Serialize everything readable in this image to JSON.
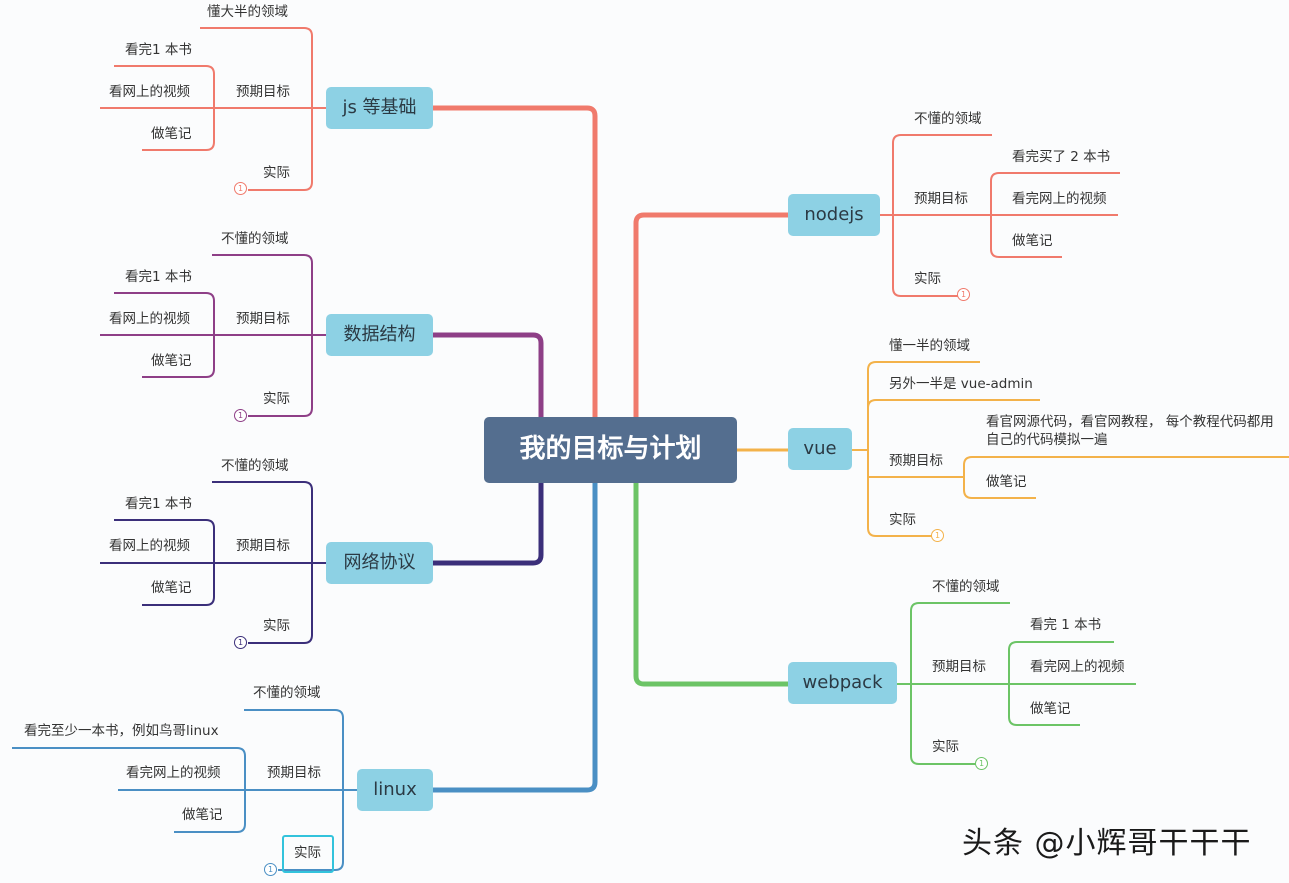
{
  "root": {
    "label": "我的目标与计划"
  },
  "branches": {
    "js": {
      "label": "js 等基础",
      "color": "#f07a6c",
      "leaf1": "懂大半的领域",
      "goal": "预期目标",
      "g1": "看完1 本书",
      "g2": "看网上的视频",
      "g3": "做笔记",
      "actual": "实际",
      "badge": "1"
    },
    "ds": {
      "label": "数据结构",
      "color": "#8e3f87",
      "leaf1": "不懂的领域",
      "goal": "预期目标",
      "g1": "看完1 本书",
      "g2": "看网上的视频",
      "g3": "做笔记",
      "actual": "实际",
      "badge": "1"
    },
    "net": {
      "label": "网络协议",
      "color": "#3b2f7a",
      "leaf1": "不懂的领域",
      "goal": "预期目标",
      "g1": "看完1 本书",
      "g2": "看网上的视频",
      "g3": "做笔记",
      "actual": "实际",
      "badge": "1"
    },
    "linux": {
      "label": "linux",
      "color": "#4a8fc4",
      "leaf1": "不懂的领域",
      "goal": "预期目标",
      "g1": "看完至少一本书，例如鸟哥linux",
      "g2": "看完网上的视频",
      "g3": "做笔记",
      "actual": "实际",
      "badge": "1"
    },
    "node": {
      "label": "nodejs",
      "color": "#f07a6c",
      "leaf1": "不懂的领域",
      "goal": "预期目标",
      "g1": "看完买了 2 本书",
      "g2": "看完网上的视频",
      "g3": "做笔记",
      "actual": "实际",
      "badge": "1"
    },
    "vue": {
      "label": "vue",
      "color": "#f3b24a",
      "leaf1": "懂一半的领域",
      "leaf2": "另外一半是 vue-admin",
      "goal": "预期目标",
      "g1": "看官网源代码，看官网教程， 每个教程代码都用自己的代码模拟一遍",
      "g2": "做笔记",
      "actual": "实际",
      "badge": "1"
    },
    "webpack": {
      "label": "webpack",
      "color": "#6cc466",
      "leaf1": "不懂的领域",
      "goal": "预期目标",
      "g1": "看完  1 本书",
      "g2": "看完网上的视频",
      "g3": "做笔记",
      "actual": "实际",
      "badge": "1"
    }
  },
  "watermark": "头条 @小辉哥干干干"
}
